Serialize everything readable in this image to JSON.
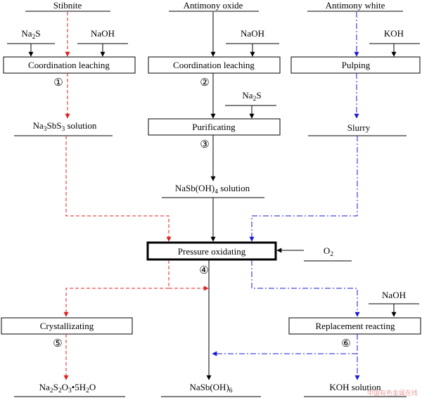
{
  "materials": {
    "stibnite": "Stibnite",
    "antimony_oxide": "Antimony oxide",
    "antimony_white": "Antimony white",
    "o2": "O",
    "o2_sub": "2"
  },
  "reagents": {
    "na2s": "Na",
    "na2s_sub": "2",
    "na2s_tail": "S",
    "naoh": "NaOH",
    "koh": "KOH"
  },
  "processes": {
    "coordination_leaching": "Coordination leaching",
    "pulping": "Pulping",
    "purificating": "Purificating",
    "pressure_oxidating": "Pressure oxidating",
    "crystallizating": "Crystallizating",
    "replacement_reacting": "Replacement reacting"
  },
  "steps": [
    "①",
    "②",
    "③",
    "④",
    "⑤",
    "⑥"
  ],
  "intermediates": {
    "na3sbs3": {
      "a": "Na",
      "a_sub": "3",
      "b": "SbS",
      "b_sub": "3",
      "c": " solution"
    },
    "nasboh4": {
      "a": "NaSb(OH)",
      "a_sub": "4",
      "c": " solution"
    },
    "slurry": "Slurry"
  },
  "products": {
    "na2s2o3": {
      "a": "Na",
      "a_sub": "2",
      "b": "S",
      "b_sub": "2",
      "c": "O",
      "c_sub": "3",
      "d": "•5H",
      "d_sub": "2",
      "e": "O"
    },
    "nasboh6": {
      "a": "NaSb(OH)",
      "a_sub": "6"
    },
    "koh_solution": "KOH solution"
  },
  "watermark": "中国有色金属在线",
  "colors": {
    "black_path": "#000000",
    "red_path": "#e02020",
    "blue_path": "#1a1ad6"
  }
}
